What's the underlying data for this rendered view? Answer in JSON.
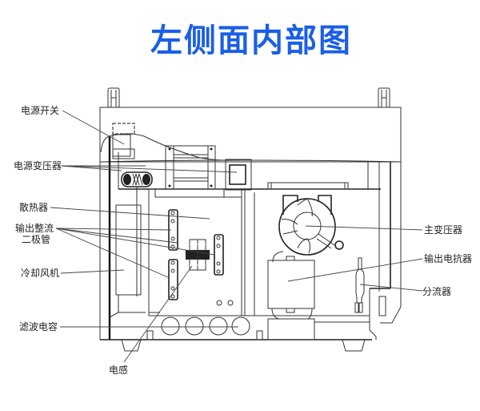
{
  "title": "左侧面内部图",
  "colors": {
    "title": "#1a5fe6",
    "line": "#333333"
  },
  "labels": {
    "power_switch": "电源开关",
    "power_transformer": "电源变压器",
    "heat_sink": "散热器",
    "output_rectifier_line1": "输出整流",
    "output_rectifier_line2": "二极管",
    "cooling_fan": "冷却风机",
    "filter_capacitor": "滤波电容",
    "inductor": "电感",
    "main_transformer": "主变压器",
    "output_reactor": "输出电抗器",
    "shunt": "分流器"
  }
}
